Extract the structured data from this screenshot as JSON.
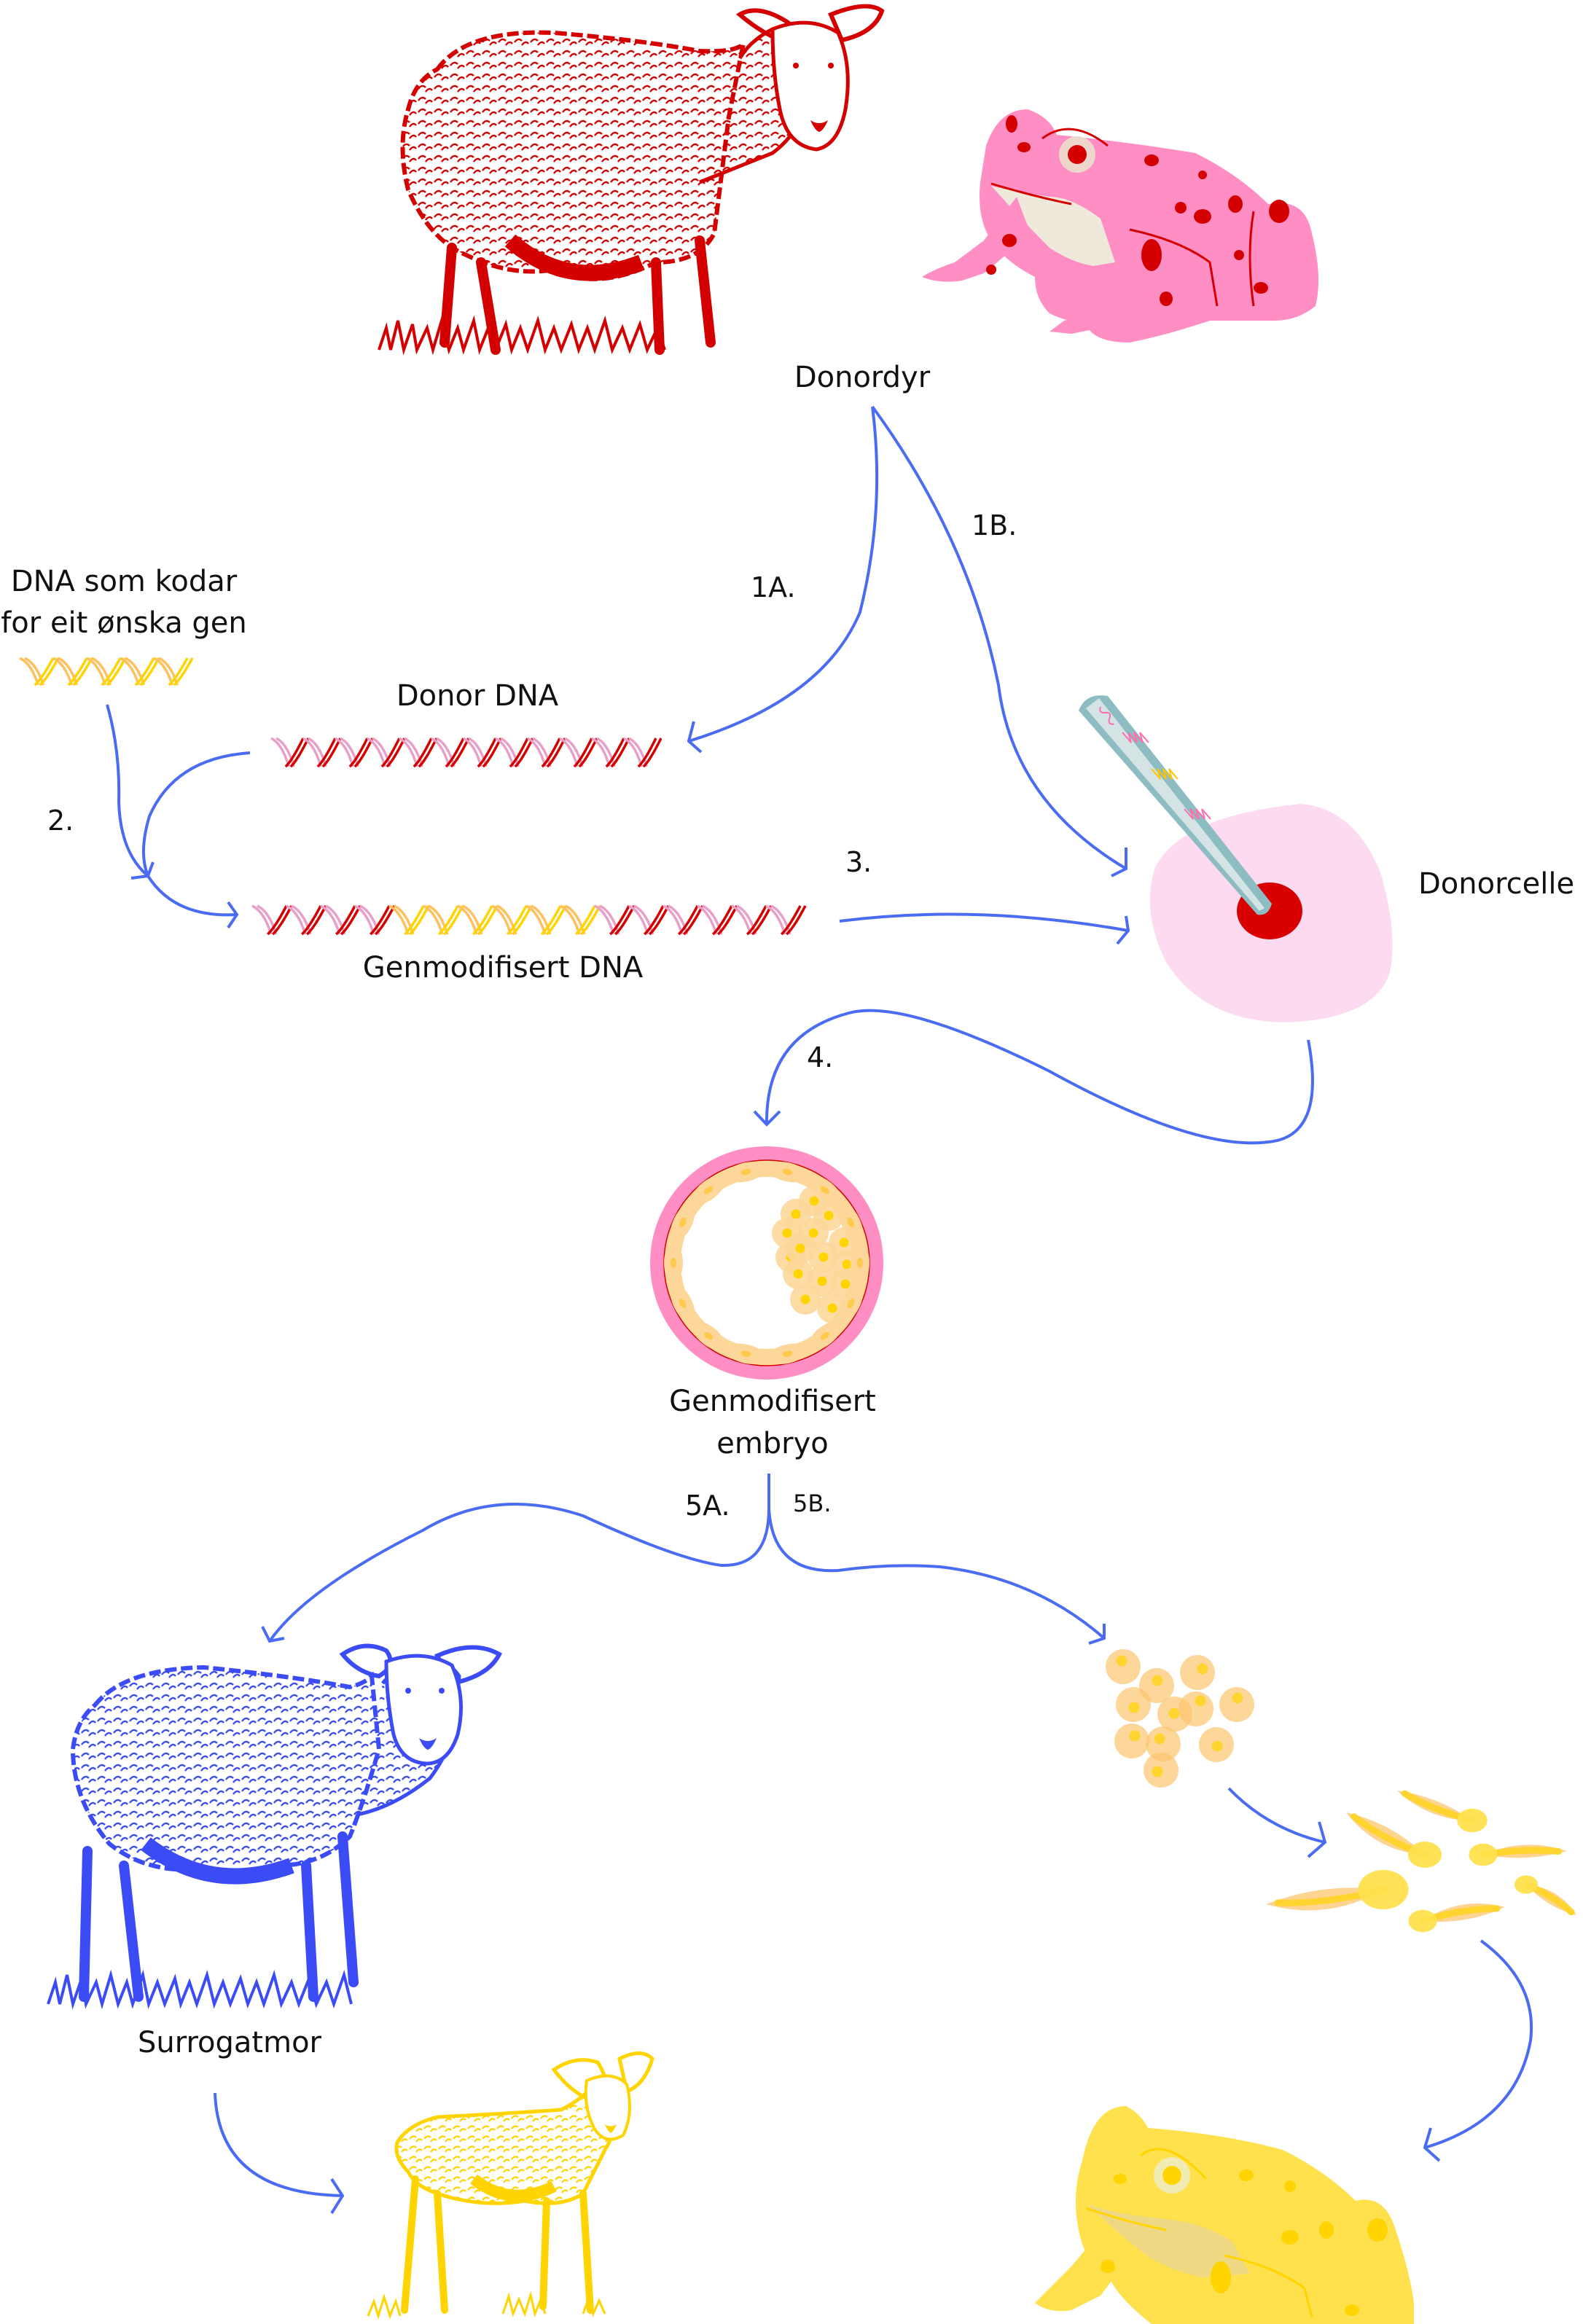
{
  "diagram": {
    "title": "Genmodifisering av dyr",
    "colors": {
      "arrow": "#4a6cf2",
      "donor_red": "#d40000",
      "donor_pink": "#ff8ec4",
      "strand_pink": "#e8a0c8",
      "gene_yellow": "#ffd400",
      "gene_orange": "#ffc060",
      "cell_pink": "#fcdaf0",
      "nucleus_red": "#d90000",
      "pipette_teal": "#8dbdc2",
      "pipette_light": "#d4e4e4",
      "embryo_pink": "#ff8ec4",
      "embryo_cell": "#fdd79a",
      "surrogate_blue": "#3b4cf7",
      "offspring_yellow": "#ffd400",
      "offspring_frog": "#ffe04d"
    },
    "labels": {
      "donor_animal": "Donordyr",
      "gene_dna_line1": "DNA som kodar",
      "gene_dna_line2": "for eit ønska gen",
      "donor_dna": "Donor DNA",
      "gm_dna": "Genmodifisert DNA",
      "donor_cell": "Donorcelle",
      "gm_embryo_line1": "Genmodifisert",
      "gm_embryo_line2": "embryo",
      "surrogate": "Surrogatmor"
    },
    "steps": {
      "s1a": "1A.",
      "s1b": "1B.",
      "s2": "2.",
      "s3": "3.",
      "s4": "4.",
      "s5a": "5A.",
      "s5b": "5B."
    },
    "illustrations": {
      "donor_sheep": "sheep-icon",
      "donor_frog": "frog-icon",
      "surrogate_sheep": "sheep-icon",
      "offspring_lamb": "lamb-icon",
      "offspring_frog": "frog-icon",
      "frog_eggs": "egg-cluster-icon",
      "tadpoles": "tadpole-icon",
      "micropipette": "pipette-icon",
      "embryo": "blastocyst-icon"
    },
    "dna_segments": {
      "gene": [
        "yellow",
        "yellow",
        "yellow",
        "yellow",
        "yellow"
      ],
      "donor": [
        "red",
        "red",
        "red",
        "red",
        "red",
        "red",
        "red",
        "red",
        "red",
        "red",
        "red",
        "red"
      ],
      "gm": [
        "red",
        "red",
        "red",
        "red",
        "yellow",
        "yellow",
        "yellow",
        "yellow",
        "yellow",
        "yellow",
        "red",
        "red",
        "red",
        "red",
        "red",
        "red"
      ]
    }
  }
}
